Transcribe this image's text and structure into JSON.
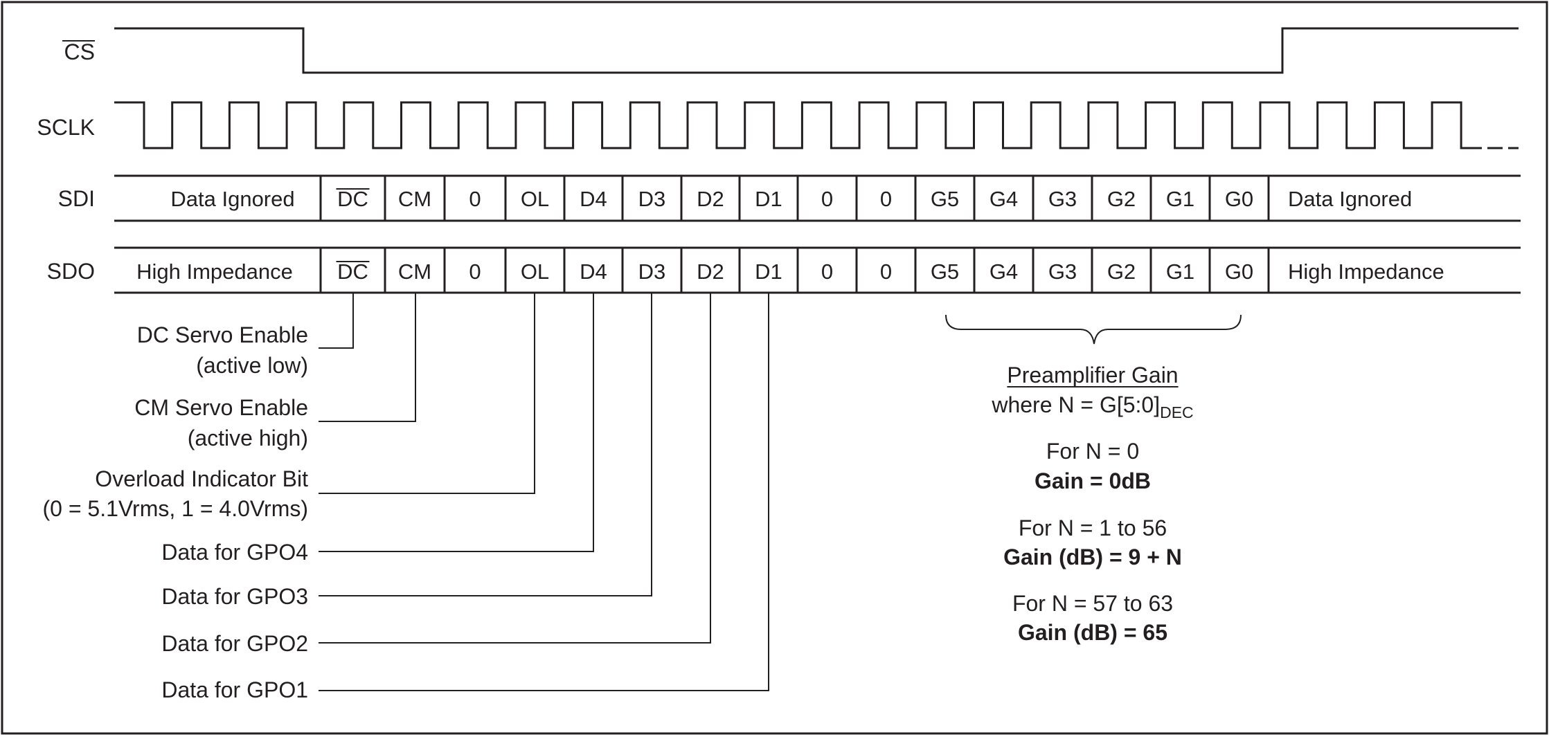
{
  "signals": {
    "cs": "CS",
    "sclk": "SCLK",
    "sdi": "SDI",
    "sdo": "SDO"
  },
  "sdi": {
    "lead": "Data Ignored",
    "trail": "Data Ignored",
    "bits": [
      "DC",
      "CM",
      "0",
      "OL",
      "D4",
      "D3",
      "D2",
      "D1",
      "0",
      "0",
      "G5",
      "G4",
      "G3",
      "G2",
      "G1",
      "G0"
    ]
  },
  "sdo": {
    "lead": "High Impedance",
    "trail": "High Impedance",
    "bits": [
      "DC",
      "CM",
      "0",
      "OL",
      "D4",
      "D3",
      "D2",
      "D1",
      "0",
      "0",
      "G5",
      "G4",
      "G3",
      "G2",
      "G1",
      "G0"
    ]
  },
  "descriptions": {
    "dc_line1": "DC Servo Enable",
    "dc_line2": "(active low)",
    "cm_line1": "CM Servo Enable",
    "cm_line2": "(active high)",
    "ol_line1": "Overload Indicator Bit",
    "ol_line2": "(0 = 5.1Vrms, 1 = 4.0Vrms)",
    "d4": "Data for GPO4",
    "d3": "Data for GPO3",
    "d2": "Data for GPO2",
    "d1": "Data for GPO1"
  },
  "gain": {
    "title": "Preamplifier Gain",
    "where_prefix": "where N = G[5:0]",
    "where_sub": "DEC",
    "case1_cond": "For N = 0",
    "case1_result": "Gain = 0dB",
    "case2_cond": "For N = 1 to 56",
    "case2_result": "Gain (dB) = 9 + N",
    "case3_cond": "For N = 57 to 63",
    "case3_result": "Gain (dB) = 65"
  }
}
